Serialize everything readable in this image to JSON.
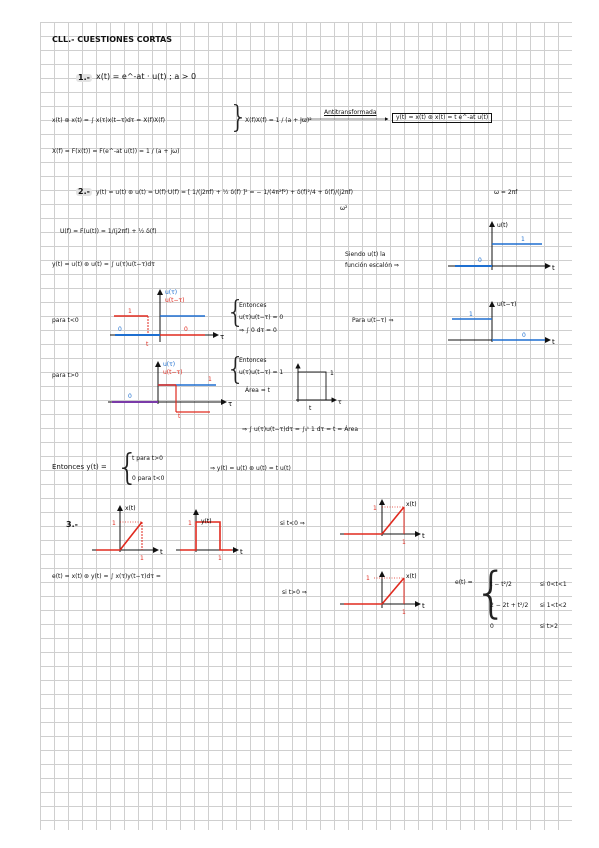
{
  "title": "CLL.- CUESTIONES CORTAS",
  "q1": {
    "num": "1.-",
    "given": "x(t) = e^-at · u(t)  ;  a > 0",
    "conv": "x(t) ⊛ x(t) = ∫ x(τ)x(t−τ)dτ = X(f)X(f)",
    "transform": "X(f) = F(x(t)) = F(e^-at u(t)) = 1 / (a + jω)",
    "product": "X(f)X(f) = 1 / (a + jω)²",
    "antitransform": "Antitransformada",
    "result": "y(t) = x(t) ⊛ x(t) = t e^-at u(t)"
  },
  "q2": {
    "num": "2.-",
    "eq": "y(t) = u(t) ⊛ u(t) = U(f)·U(f) = [ 1/(j2πf) + ½ δ(f) ]² = − 1/(4π²f²) + δ(f)²/4 + δ(f)/(j2πf)",
    "w2": "ω²",
    "omega": "ω = 2πf",
    "uf": "U(f) = F(u(t)) = 1/(j2πf) + ½ δ(f)",
    "yconv": "y(t) = u(t) ⊛ u(t) = ∫ u(τ)u(t−τ)dτ",
    "siendo": "Siendo u(t) la",
    "funcion": "función escalón ⇒",
    "para_menor": "para t<0",
    "para_mayor": "para t>0",
    "para_u": "Para u(t−τ) ⇒",
    "ent1": [
      "Entonces",
      "u(τ)u(t−τ) = 0",
      "⇒ ∫ 0 dτ = 0"
    ],
    "ent2": [
      "Entonces",
      "u(τ)u(t−τ) = 1"
    ],
    "area": "Área = t",
    "integral": "⇒ ∫ u(τ)u(t−τ)dτ = ∫₀ᵗ 1 dτ = t = Área",
    "entonces_y": "Entonces  y(t) =",
    "case1": "t    para t>0",
    "case2": "0    para t<0",
    "conclusion": "⇒ y(t) = u(t) ⊛ u(t) = t u(t)"
  },
  "q3": {
    "num": "3.-",
    "conv": "e(t) = x(t) ⊛ y(t) = ∫ x(τ)y(t−τ)dτ =",
    "si_menor": "si t<0 ⇒",
    "si_mayor": "si t>0 ⇒",
    "e_label": "e(t) =",
    "rows": [
      {
        "expr": "t − t²/2",
        "cond": "si  0<t<1"
      },
      {
        "expr": "2 − 2t + t²/2",
        "cond": "si  1<t<2"
      },
      {
        "expr": "0",
        "cond": "si  t>2"
      }
    ]
  },
  "labels": {
    "u_t": "u(t)",
    "u_tau": "u(τ)",
    "u_t_tau": "u(t−τ)",
    "x_t": "x(t)",
    "y_t": "y(t)",
    "t": "t",
    "tau": "τ",
    "one": "1",
    "zero": "0"
  },
  "colors": {
    "red": "#e02a1f",
    "blue": "#1e6fd0",
    "ink": "#111111"
  }
}
